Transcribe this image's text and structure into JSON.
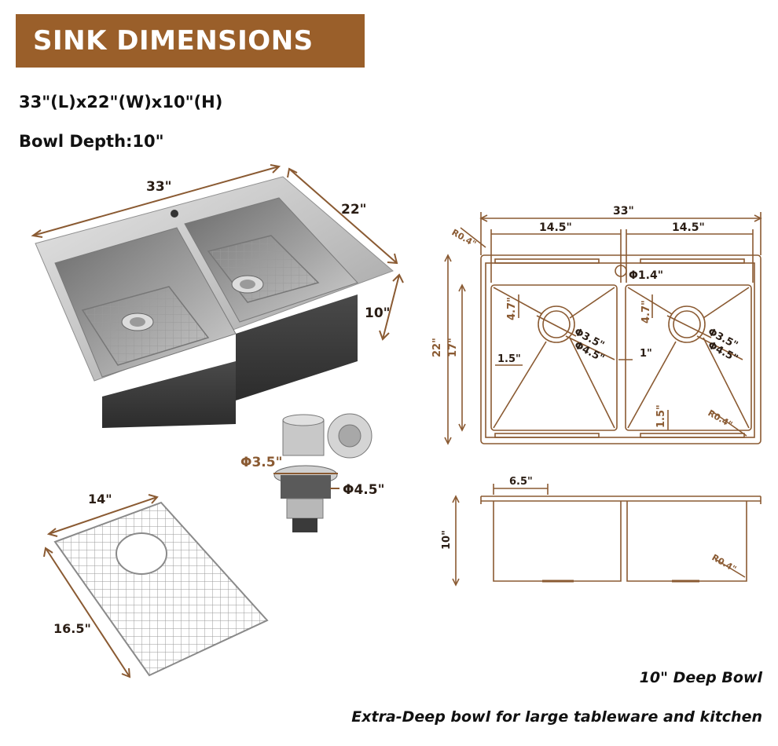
{
  "header": {
    "title": "SINK DIMENSIONS"
  },
  "specs": {
    "size": "33\"(L)x22\"(W)x10\"(H)",
    "bowl_depth": "Bowl Depth:10\""
  },
  "iso_view": {
    "length": "33\"",
    "width": "22\"",
    "height": "10\""
  },
  "drain": {
    "inner_diameter": "Φ3.5\"",
    "outer_diameter": "Φ4.5\""
  },
  "grid": {
    "width": "14\"",
    "length": "16.5\""
  },
  "top_view": {
    "total_length": "33\"",
    "left_bowl": "14.5\"",
    "right_bowl": "14.5\"",
    "corner_radius": "R0.4\"",
    "faucet_hole": "Φ1.4\"",
    "total_width": "22\"",
    "bowl_width": "17\"",
    "drain_offset_left": "4.7\"",
    "drain_offset_right": "4.7\"",
    "drain_inner_left": "Φ3.5\"",
    "drain_outer_left": "Φ4.5\"",
    "drain_inner_right": "Φ3.5\"",
    "drain_outer_right": "Φ4.5\"",
    "side_margin": "1.5\"",
    "divider": "1\"",
    "bottom_margin": "1.5\"",
    "bowl_corner_radius": "R0.4\""
  },
  "side_view": {
    "ledge": "6.5\"",
    "depth": "10\"",
    "corner_radius": "R0.4\""
  },
  "captions": {
    "line1": "10\" Deep Bowl",
    "line2": "Extra-Deep bowl for large tableware and kitchen"
  },
  "colors": {
    "banner": "#9a5f2a",
    "dimension_line": "#8a5a32",
    "steel": "#b9b9b9",
    "drawing_line": "#8a5a32"
  }
}
